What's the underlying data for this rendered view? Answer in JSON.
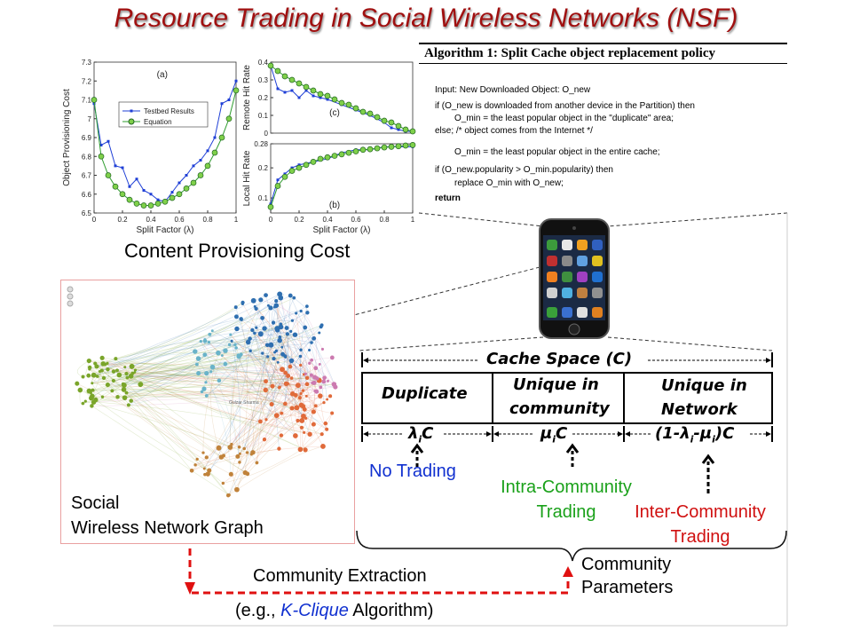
{
  "title": "Resource Trading in Social Wireless Networks (NSF)",
  "chart_data": [
    {
      "type": "line",
      "panel": "(a)",
      "xlabel": "Split Factor (λ)",
      "ylabel": "Object Provisioning Cost",
      "xlim": [
        0,
        1
      ],
      "ylim": [
        6.5,
        7.3
      ],
      "xticks": [
        "0",
        "0.2",
        "0.4",
        "0.6",
        "0.8",
        "1"
      ],
      "yticks": [
        "6.5",
        "6.6",
        "6.7",
        "6.8",
        "6.9",
        "7",
        "7.1",
        "7.2",
        "7.3"
      ],
      "legend": "top-left",
      "series": [
        {
          "name": "Testbed Results",
          "color": "#1f3fd6",
          "x": [
            0,
            0.05,
            0.1,
            0.15,
            0.2,
            0.25,
            0.3,
            0.35,
            0.4,
            0.45,
            0.5,
            0.55,
            0.6,
            0.65,
            0.7,
            0.75,
            0.8,
            0.85,
            0.9,
            0.95,
            1
          ],
          "y": [
            7.08,
            6.86,
            6.88,
            6.75,
            6.74,
            6.64,
            6.68,
            6.62,
            6.6,
            6.57,
            6.56,
            6.61,
            6.66,
            6.7,
            6.75,
            6.78,
            6.83,
            6.9,
            7.08,
            7.1,
            7.2
          ]
        },
        {
          "name": "Equation",
          "color": "#2e9c2e",
          "x": [
            0,
            0.05,
            0.1,
            0.15,
            0.2,
            0.25,
            0.3,
            0.35,
            0.4,
            0.45,
            0.5,
            0.55,
            0.6,
            0.65,
            0.7,
            0.75,
            0.8,
            0.85,
            0.9,
            0.95,
            1
          ],
          "y": [
            7.1,
            6.8,
            6.7,
            6.64,
            6.6,
            6.57,
            6.55,
            6.54,
            6.54,
            6.55,
            6.56,
            6.58,
            6.6,
            6.63,
            6.66,
            6.7,
            6.75,
            6.82,
            6.9,
            7.0,
            7.15
          ]
        }
      ]
    },
    {
      "type": "line",
      "panel": "(c)",
      "xlabel": "",
      "ylabel": "Remote Hit Rate",
      "xlim": [
        0,
        1
      ],
      "ylim": [
        0,
        0.4
      ],
      "yticks": [
        "0",
        "0.1",
        "0.2",
        "0.3",
        "0.4"
      ],
      "series": [
        {
          "color": "#1f3fd6",
          "x": [
            0,
            0.05,
            0.1,
            0.15,
            0.2,
            0.25,
            0.3,
            0.35,
            0.4,
            0.5,
            0.6,
            0.7,
            0.8,
            0.85,
            0.9,
            0.95,
            1
          ],
          "y": [
            0.38,
            0.25,
            0.23,
            0.24,
            0.2,
            0.24,
            0.21,
            0.2,
            0.19,
            0.16,
            0.13,
            0.1,
            0.06,
            0.03,
            0.02,
            0.01,
            0.01
          ]
        },
        {
          "color": "#2e9c2e",
          "x": [
            0,
            0.05,
            0.1,
            0.15,
            0.2,
            0.25,
            0.3,
            0.35,
            0.4,
            0.45,
            0.5,
            0.55,
            0.6,
            0.65,
            0.7,
            0.75,
            0.8,
            0.85,
            0.9,
            0.95,
            1
          ],
          "y": [
            0.38,
            0.35,
            0.32,
            0.3,
            0.28,
            0.26,
            0.24,
            0.22,
            0.21,
            0.19,
            0.17,
            0.16,
            0.14,
            0.12,
            0.11,
            0.09,
            0.07,
            0.06,
            0.04,
            0.02,
            0.01
          ]
        }
      ]
    },
    {
      "type": "line",
      "panel": "(b)",
      "xlabel": "Split Factor (λ)",
      "ylabel": "Local Hit Rate",
      "xlim": [
        0,
        1
      ],
      "ylim": [
        0.05,
        0.28
      ],
      "xticks": [
        "0",
        "0.2",
        "0.4",
        "0.6",
        "0.8",
        "1"
      ],
      "yticks": [
        "0.1",
        "0.2",
        "0.28"
      ],
      "series": [
        {
          "color": "#1f3fd6",
          "x": [
            0,
            0.05,
            0.1,
            0.15,
            0.2,
            0.3,
            0.4,
            0.5,
            0.6,
            0.7,
            0.8,
            0.9,
            1
          ],
          "y": [
            0.08,
            0.16,
            0.18,
            0.2,
            0.21,
            0.22,
            0.23,
            0.25,
            0.26,
            0.26,
            0.27,
            0.27,
            0.27
          ]
        },
        {
          "color": "#2e9c2e",
          "x": [
            0,
            0.05,
            0.1,
            0.15,
            0.2,
            0.25,
            0.3,
            0.35,
            0.4,
            0.45,
            0.5,
            0.55,
            0.6,
            0.65,
            0.7,
            0.75,
            0.8,
            0.85,
            0.9,
            0.95,
            1
          ],
          "y": [
            0.07,
            0.14,
            0.17,
            0.19,
            0.2,
            0.21,
            0.22,
            0.23,
            0.235,
            0.24,
            0.245,
            0.25,
            0.255,
            0.26,
            0.262,
            0.265,
            0.268,
            0.27,
            0.272,
            0.274,
            0.276
          ]
        }
      ]
    }
  ],
  "labels": {
    "content_cost": "Content Provisioning Cost",
    "graph_label_line1": "Social",
    "graph_label_line2": "Wireless Network Graph",
    "graph_node": "Gulzar Sharma",
    "community_extraction": "Community Extraction",
    "eg_prefix": "(e.g., ",
    "eg_algo": "K-Clique",
    "eg_suffix": " Algorithm)",
    "community_params_1": "Community",
    "community_params_2": "Parameters"
  },
  "algorithm": {
    "header": "Algorithm 1: Split Cache object replacement policy",
    "lines": [
      "Input: New Downloaded Object: O_new",
      "if (O_new is downloaded from another device in the Partition) then",
      "O_min = the least popular object in the \"duplicate\" area;",
      "else; /* object comes from the Internet */",
      "O_min = the least popular object in the entire cache;",
      "if (O_new.popularity > O_min.popularity) then",
      "replace O_min with O_new;",
      "return"
    ]
  },
  "cache": {
    "title": "Cache Space (C)",
    "col1": "Duplicate",
    "col2_1": "Unique in",
    "col2_2": "community",
    "col3_1": "Unique in",
    "col3_2": "Network",
    "dim1": "λ",
    "dim1_sub": "i",
    "dim1_c": "C",
    "dim2": "μ",
    "dim2_sub": "i",
    "dim2_c": "C",
    "dim3": "(1-λ",
    "dim3_sub1": "i",
    "dim3_mid": "-μ",
    "dim3_sub2": "i",
    "dim3_end": ")C"
  },
  "trading": {
    "no": "No Trading",
    "intra_1": "Intra-Community",
    "intra_2": "Trading",
    "inter_1": "Inter-Community",
    "inter_2": "Trading"
  },
  "colors": {
    "title": "#a01010",
    "testbed": "#1f3fd6",
    "equation": "#2e9c2e",
    "no_trading": "#1030d0",
    "intra": "#1aa11a",
    "inter": "#d01010",
    "arrow_red": "#e01010"
  }
}
